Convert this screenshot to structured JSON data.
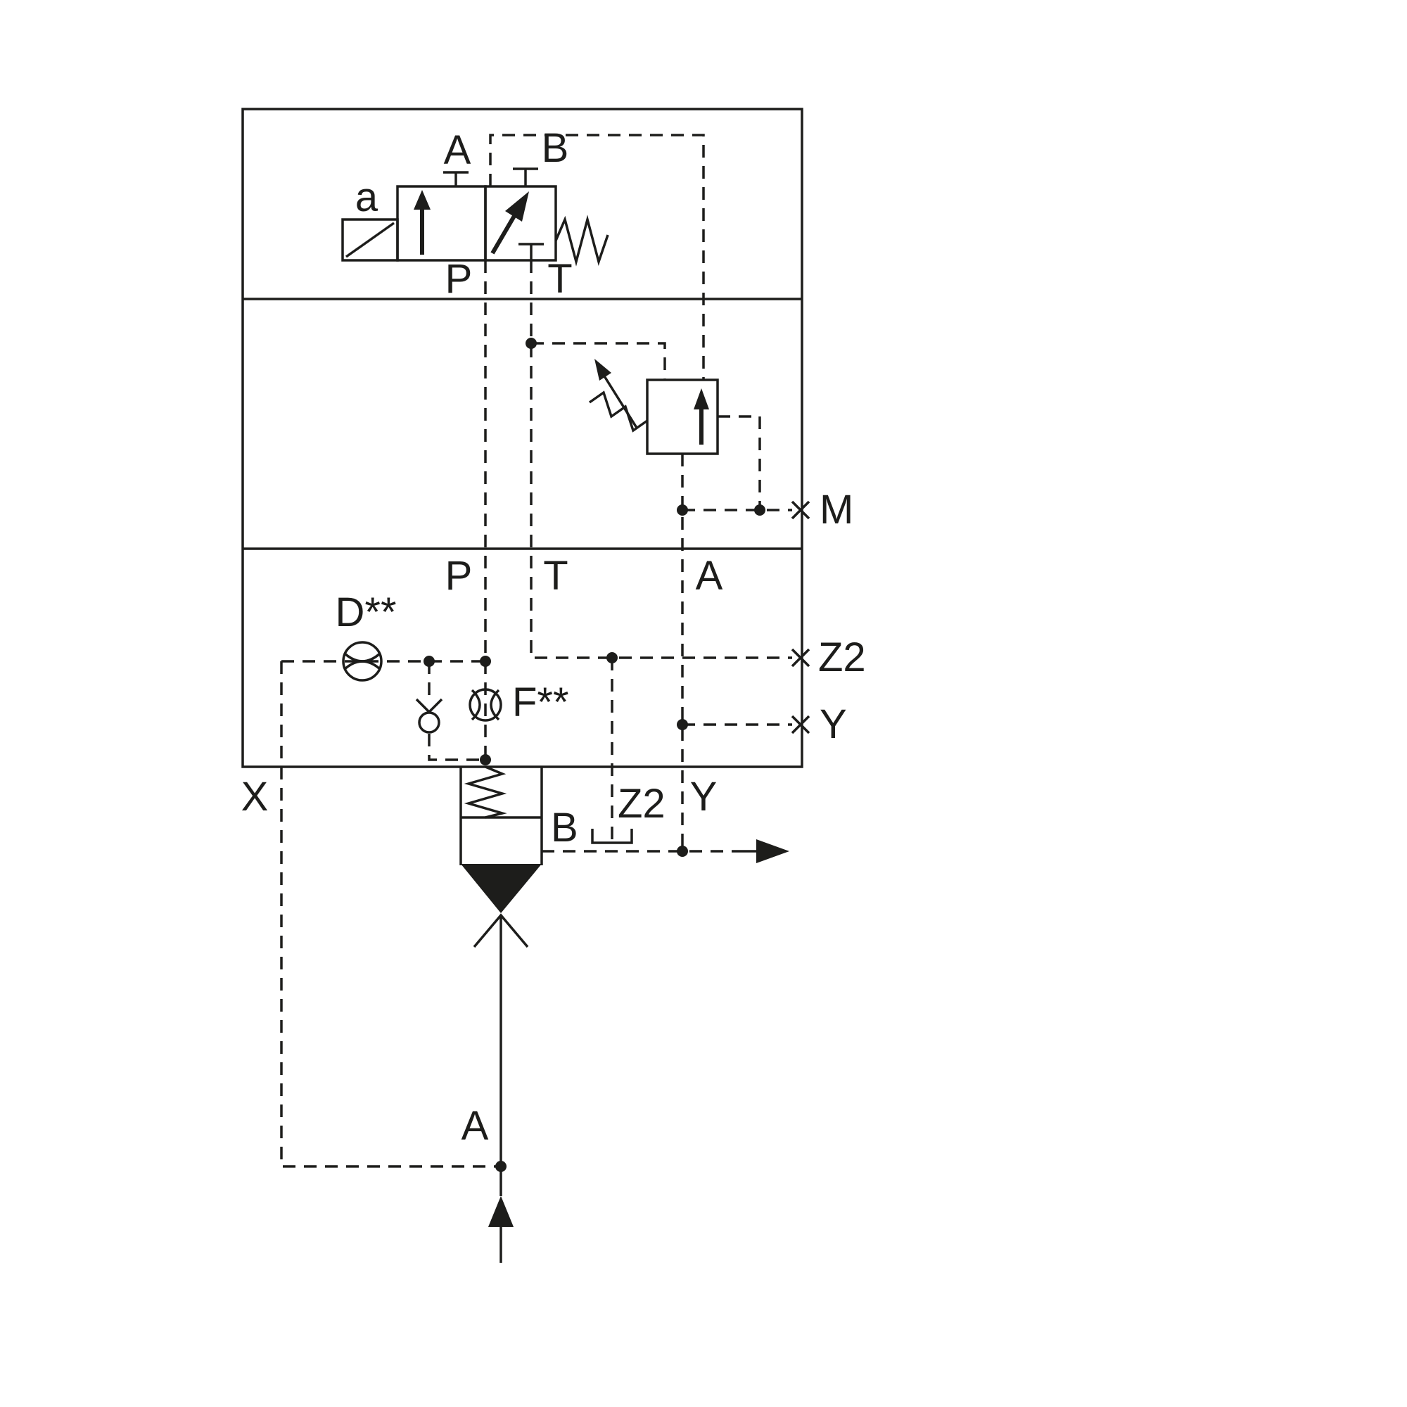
{
  "colors": {
    "line": "#1d1d1b",
    "background": "#ffffff"
  },
  "pilot_valve": {
    "solenoid": "a",
    "port_a": "A",
    "port_b": "B",
    "port_p": "P",
    "port_t": "T"
  },
  "main_ports": {
    "p": "P",
    "t": "T",
    "a": "A"
  },
  "gauge_ports": {
    "m": "M",
    "z2": "Z2",
    "y": "Y"
  },
  "orifices": {
    "d": "D**",
    "f": "F**"
  },
  "logic_valve": {
    "port_b": "B",
    "port_a": "A"
  },
  "external_ports": {
    "x": "X",
    "z2": "Z2",
    "y": "Y"
  }
}
